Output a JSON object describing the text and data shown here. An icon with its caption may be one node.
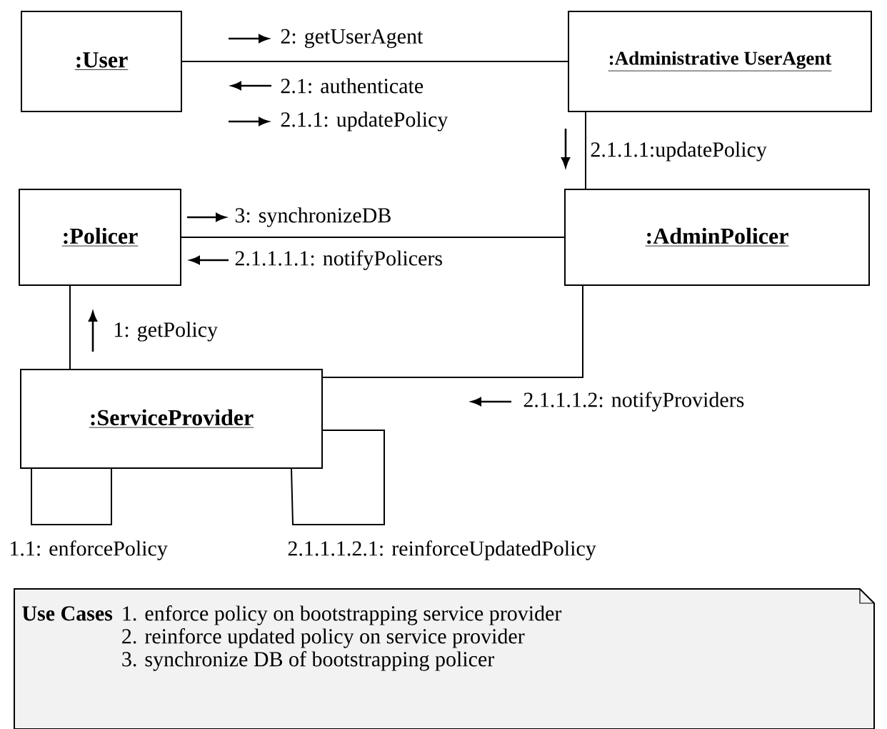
{
  "diagram": {
    "nodes": [
      {
        "text": [
          ":User"
        ]
      },
      {
        "text": [
          ":Administrative UserAgent"
        ]
      },
      {
        "text": [
          ":Policer"
        ]
      },
      {
        "text": [
          ":AdminPolicer"
        ]
      },
      {
        "text": [
          ":ServiceProvider"
        ]
      },
      {
        "text": [
          "Use Cases",
          "1. enforce policy on bootstrapping service provider",
          "2. reinforce updated policy on service provider",
          "3. synchronize DB of bootstrapping policer"
        ]
      }
    ],
    "edges": [
      {
        "from": 0,
        "to": 1,
        "arrow": "none"
      },
      {
        "from": 1,
        "to": 3,
        "arrow": "none"
      },
      {
        "from": 2,
        "to": 3,
        "arrow": "none"
      },
      {
        "from": 2,
        "to": 4,
        "arrow": "none"
      },
      {
        "from": 3,
        "to": 4,
        "arrow": "none"
      },
      {
        "from": 4,
        "to": 4,
        "arrow": "none"
      },
      {
        "from": 4,
        "to": 4,
        "arrow": "none"
      }
    ],
    "labels": [
      "2: getUserAgent",
      "2.1: authenticate",
      "2.1.1: updatePolicy",
      "2.1.1.1:updatePolicy",
      "3: synchronizeDB",
      "2.1.1.1.1: notifyPolicers",
      "1: getPolicy",
      "2.1.1.1.2: notifyProviders",
      "1.1: enforcePolicy",
      "2.1.1.1.2.1: reinforceUpdatedPolicy"
    ]
  }
}
